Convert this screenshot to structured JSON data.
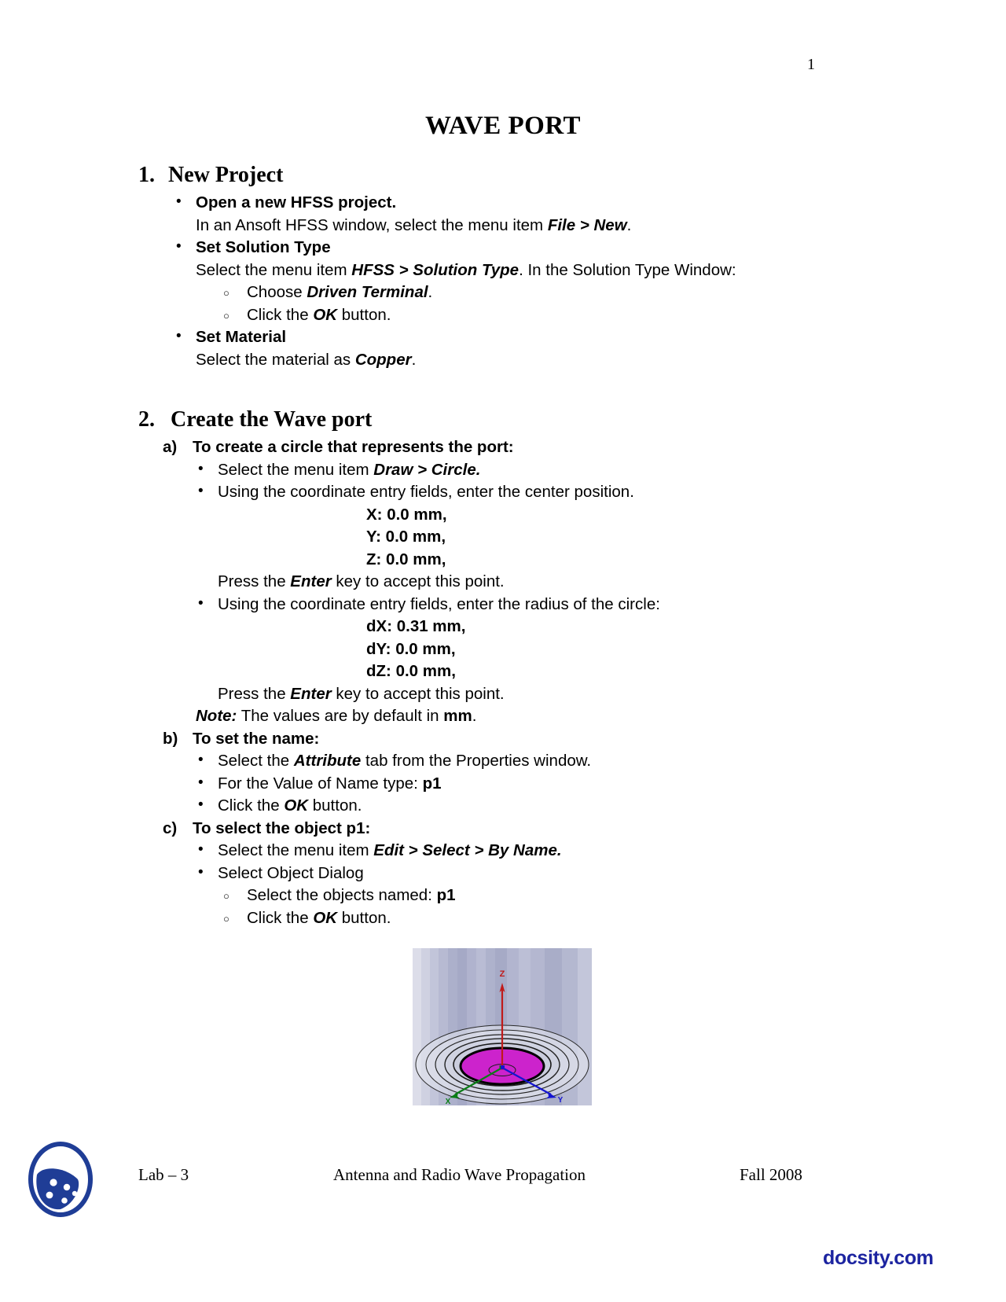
{
  "page": {
    "number": "1",
    "title": "WAVE PORT"
  },
  "sections": [
    {
      "num": "1.",
      "heading": "New Project",
      "bullets": [
        {
          "lead": "Open a new HFSS project.",
          "body_parts": [
            {
              "text": "In an Ansoft HFSS window, select the menu item  ",
              "style": "normal"
            },
            {
              "text": "File > New",
              "style": "bolditalic"
            },
            {
              "text": ".",
              "style": "normal"
            }
          ]
        },
        {
          "lead": "Set Solution Type",
          "body_parts": [
            {
              "text": "Select the menu item ",
              "style": "normal"
            },
            {
              "text": "HFSS > Solution Type",
              "style": "bolditalic"
            },
            {
              "text": ". In the Solution Type Window:",
              "style": "normal"
            }
          ],
          "sub": [
            [
              {
                "text": "Choose ",
                "style": "normal"
              },
              {
                "text": "Driven Terminal",
                "style": "bolditalic"
              },
              {
                "text": ".",
                "style": "normal"
              }
            ],
            [
              {
                "text": "Click the ",
                "style": "normal"
              },
              {
                "text": "OK",
                "style": "bolditalic"
              },
              {
                "text": " button.",
                "style": "normal"
              }
            ]
          ]
        },
        {
          "lead": "Set Material",
          "body_parts": [
            {
              "text": "Select the material as ",
              "style": "normal"
            },
            {
              "text": "Copper",
              "style": "bolditalic"
            },
            {
              "text": ".",
              "style": "normal"
            }
          ]
        }
      ]
    },
    {
      "num": "2.",
      "heading": "Create the Wave port",
      "items": [
        {
          "marker": "a)",
          "label": "To create a circle that represents the port:",
          "bullets": [
            [
              {
                "text": "Select the menu item ",
                "style": "normal"
              },
              {
                "text": "Draw > Circle.",
                "style": "bolditalic"
              }
            ],
            [
              {
                "text": "Using the coordinate entry fields, enter the center position.",
                "style": "normal"
              }
            ]
          ],
          "coords_1": [
            "X: 0.0 mm,",
            "Y: 0.0 mm,",
            "Z: 0.0 mm,"
          ],
          "press_1": [
            {
              "text": "Press the ",
              "style": "normal"
            },
            {
              "text": "Enter",
              "style": "bolditalic"
            },
            {
              "text": " key to accept this point.",
              "style": "normal"
            }
          ],
          "bullet_2": [
            {
              "text": "Using the coordinate entry fields, enter the radius of the circle:",
              "style": "normal"
            }
          ],
          "coords_2": [
            "dX: 0.31 mm,",
            "dY: 0.0 mm,",
            "dZ: 0.0 mm,"
          ],
          "press_2": [
            {
              "text": "Press the ",
              "style": "normal"
            },
            {
              "text": "Enter",
              "style": "bolditalic"
            },
            {
              "text": " key to accept this point.",
              "style": "normal"
            }
          ],
          "note": [
            {
              "text": "Note:",
              "style": "bolditalic"
            },
            {
              "text": " The values are by default in ",
              "style": "normal"
            },
            {
              "text": "mm",
              "style": "bold"
            },
            {
              "text": ".",
              "style": "normal"
            }
          ]
        },
        {
          "marker": "b)",
          "label": "To set the name:",
          "bullets": [
            [
              {
                "text": "Select the ",
                "style": "normal"
              },
              {
                "text": "Attribute",
                "style": "bolditalic"
              },
              {
                "text": " tab from the Properties window.",
                "style": "normal"
              }
            ],
            [
              {
                "text": "For the Value of Name type: ",
                "style": "normal"
              },
              {
                "text": "p1",
                "style": "bold"
              }
            ],
            [
              {
                "text": "Click the ",
                "style": "normal"
              },
              {
                "text": "OK",
                "style": "bolditalic"
              },
              {
                "text": " button.",
                "style": "normal"
              }
            ]
          ]
        },
        {
          "marker": "c)",
          "label": "To select the object p1:",
          "bullets": [
            [
              {
                "text": "Select the menu item ",
                "style": "normal"
              },
              {
                "text": "Edit > Select > By Name.",
                "style": "bolditalic"
              }
            ],
            [
              {
                "text": "Select Object Dialog",
                "style": "normal"
              }
            ]
          ],
          "sub": [
            [
              {
                "text": "Select the objects named: ",
                "style": "normal"
              },
              {
                "text": "p1",
                "style": "bold"
              }
            ],
            [
              {
                "text": "Click the ",
                "style": "normal"
              },
              {
                "text": "OK",
                "style": "bolditalic"
              },
              {
                "text": " button.",
                "style": "normal"
              }
            ]
          ]
        }
      ]
    }
  ],
  "figure": {
    "caption_axes": {
      "z": "Z",
      "x": "X",
      "y": "Y"
    },
    "colors": {
      "disk": "#cc23cc",
      "z_axis": "#c01a1a",
      "x_axis": "#0a7d16",
      "y_axis": "#1414d0",
      "ring_outline": "#1b1b1b",
      "ring_fill": "#d8dae6"
    }
  },
  "footer": {
    "lab": "Lab – 3",
    "course": "Antenna and Radio Wave Propagation",
    "term": "Fall 2008",
    "watermark": "docsity.com",
    "watermark_color": "#1c24a0",
    "logo_color": "#1f3d96"
  }
}
